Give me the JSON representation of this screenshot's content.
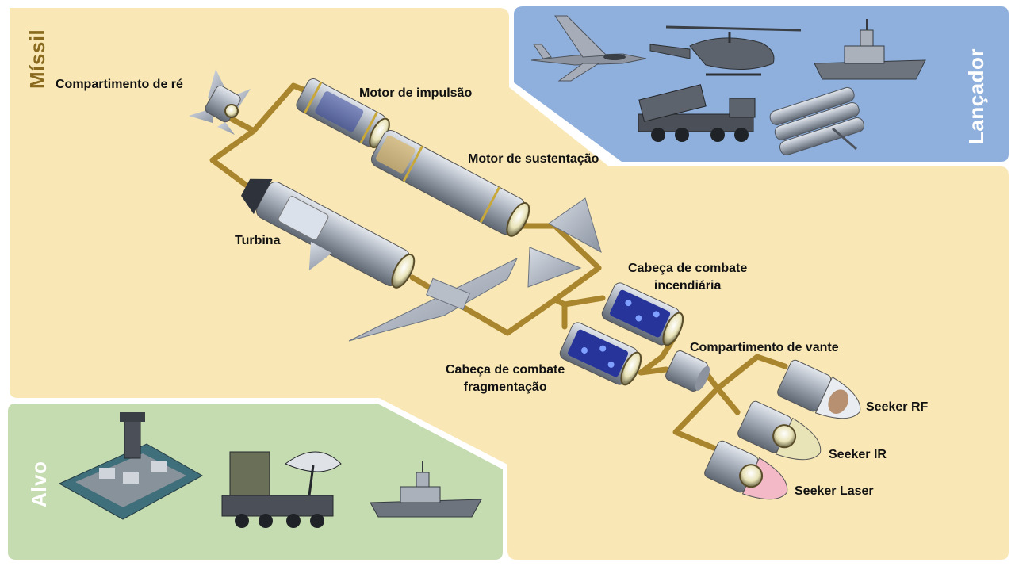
{
  "panels": {
    "missil": "Míssil",
    "lancador": "Lançador",
    "alvo": "Alvo"
  },
  "components": {
    "compartimento_re": "Compartimento de ré",
    "motor_impulsao": "Motor de impulsão",
    "motor_sustentacao": "Motor de sustentação",
    "turbina": "Turbina",
    "cabeca_incendiaria": [
      "Cabeça de combate",
      "incendiária"
    ],
    "cabeca_fragmentacao": [
      "Cabeça de combate",
      "fragmentação"
    ],
    "compartimento_vante": "Compartimento de vante",
    "seeker_rf": "Seeker RF",
    "seeker_ir": "Seeker IR",
    "seeker_laser": "Seeker Laser"
  },
  "launchers": [
    "fighter-jet",
    "helicopter",
    "warship",
    "rocket-launcher-truck",
    "missile-pod-launcher"
  ],
  "targets": [
    "fortified-base",
    "radar-truck",
    "warship"
  ],
  "colors": {
    "missil_bg": "#f9e8b6",
    "lancador_bg": "#8fb0dd",
    "alvo_bg": "#c5dbb0",
    "connector": "#a9852d",
    "title_missil": "#8a6a1e",
    "component_metal": "#a9b0ba"
  }
}
